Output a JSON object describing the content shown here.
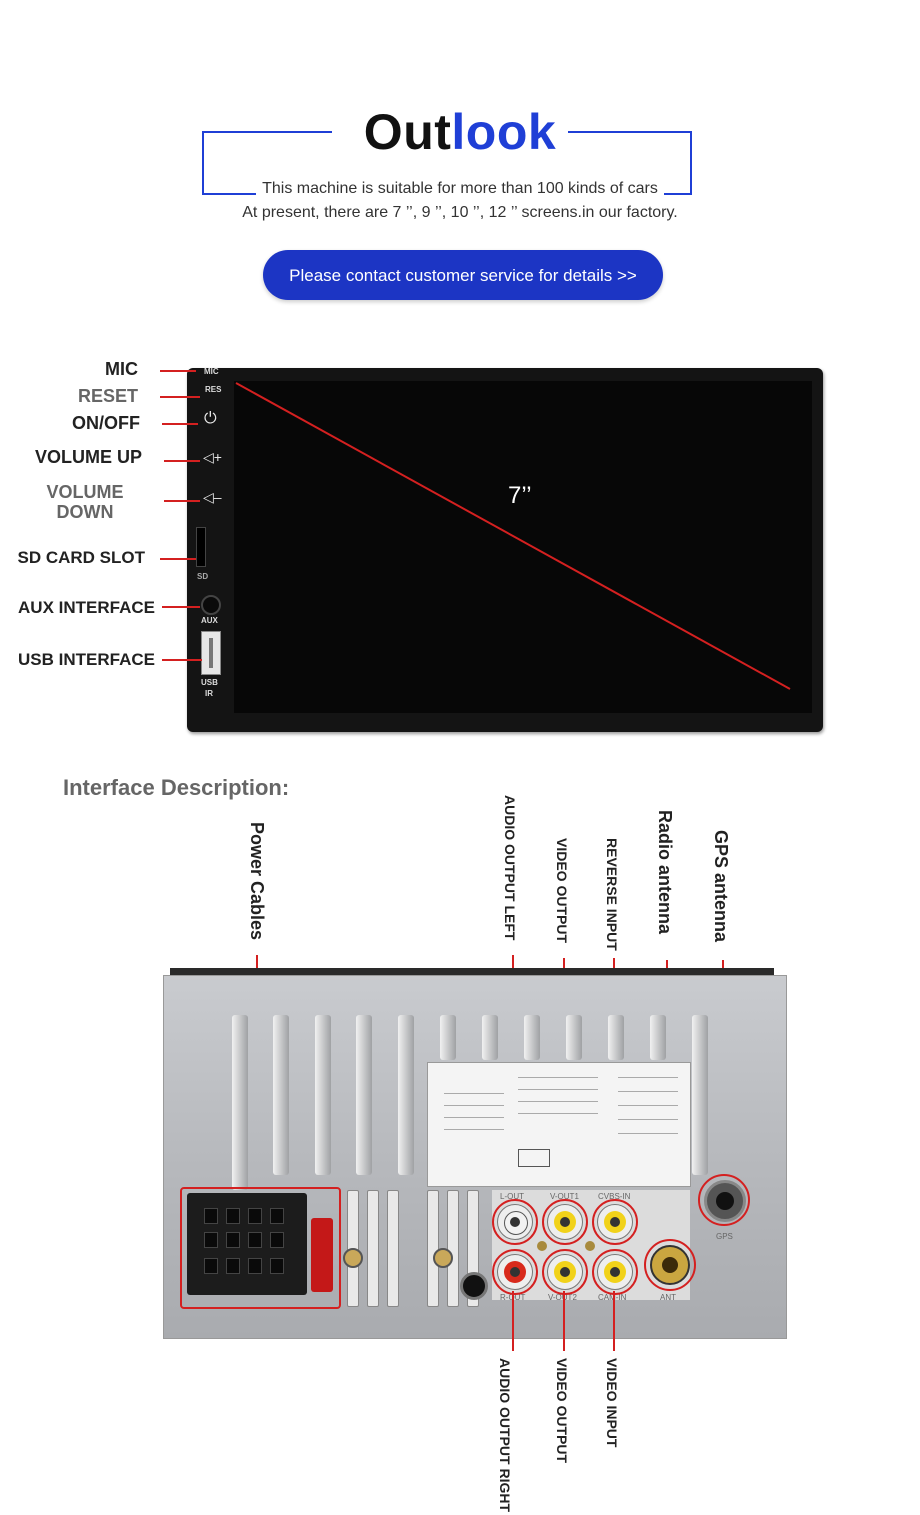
{
  "header": {
    "title_part1": "Out",
    "title_part2": "look",
    "subtitle_line1": "This machine is suitable for more than 100 kinds of cars",
    "subtitle_line2": "At present, there are 7 ’’, 9 ’’, 10 ’’, 12 ’’ screens.in our factory.",
    "contact_button": "Please contact customer service for details >>"
  },
  "colors": {
    "accent_blue": "#1f3fd6",
    "button_blue": "#1c35c4",
    "callout_red": "#d42020"
  },
  "front": {
    "screen_size": "7’’",
    "device_marks": {
      "mic": "MIC",
      "res": "RES",
      "sd": "SD",
      "aux": "AUX",
      "usb": "USB",
      "ir": "IR"
    },
    "labels": {
      "mic": "MIC",
      "reset": "RESET",
      "on_off": "ON/OFF",
      "volume_up": "VOLUME UP",
      "volume_down_1": "VOLUME",
      "volume_down_2": "DOWN",
      "sd_card_slot": "SD CARD SLOT",
      "aux_interface": "AUX INTERFACE",
      "usb_interface": "USB INTERFACE"
    },
    "icons": {
      "power": "power-icon",
      "volume_up": "volume-up-icon",
      "volume_down": "volume-down-icon"
    }
  },
  "interface": {
    "section_title": "Interface Description:",
    "top_labels": {
      "power_cables": "Power Cables",
      "audio_output_left": "AUDIO OUTPUT LEFT",
      "video_output": "VIDEO OUTPUT",
      "reverse_input": "REVERSE INPUT",
      "radio_antenna": "Radio antenna",
      "gps_antenna": "GPS antenna"
    },
    "bottom_labels": {
      "audio_output_right_1": "AUDIO OUTPUT",
      "audio_output_right_2": "RIGHT",
      "video_output": "VIDEO OUTPUT",
      "video_input": "VIDEO INPUT"
    },
    "port_marks": {
      "lout": "L-OUT",
      "vout1": "V-OUT1",
      "cvbsin": "CVBS-IN",
      "rout": "R-OUT",
      "vout2": "V-OUT2",
      "camin": "CAM-IN",
      "ant": "ANT",
      "gps": "GPS"
    }
  }
}
